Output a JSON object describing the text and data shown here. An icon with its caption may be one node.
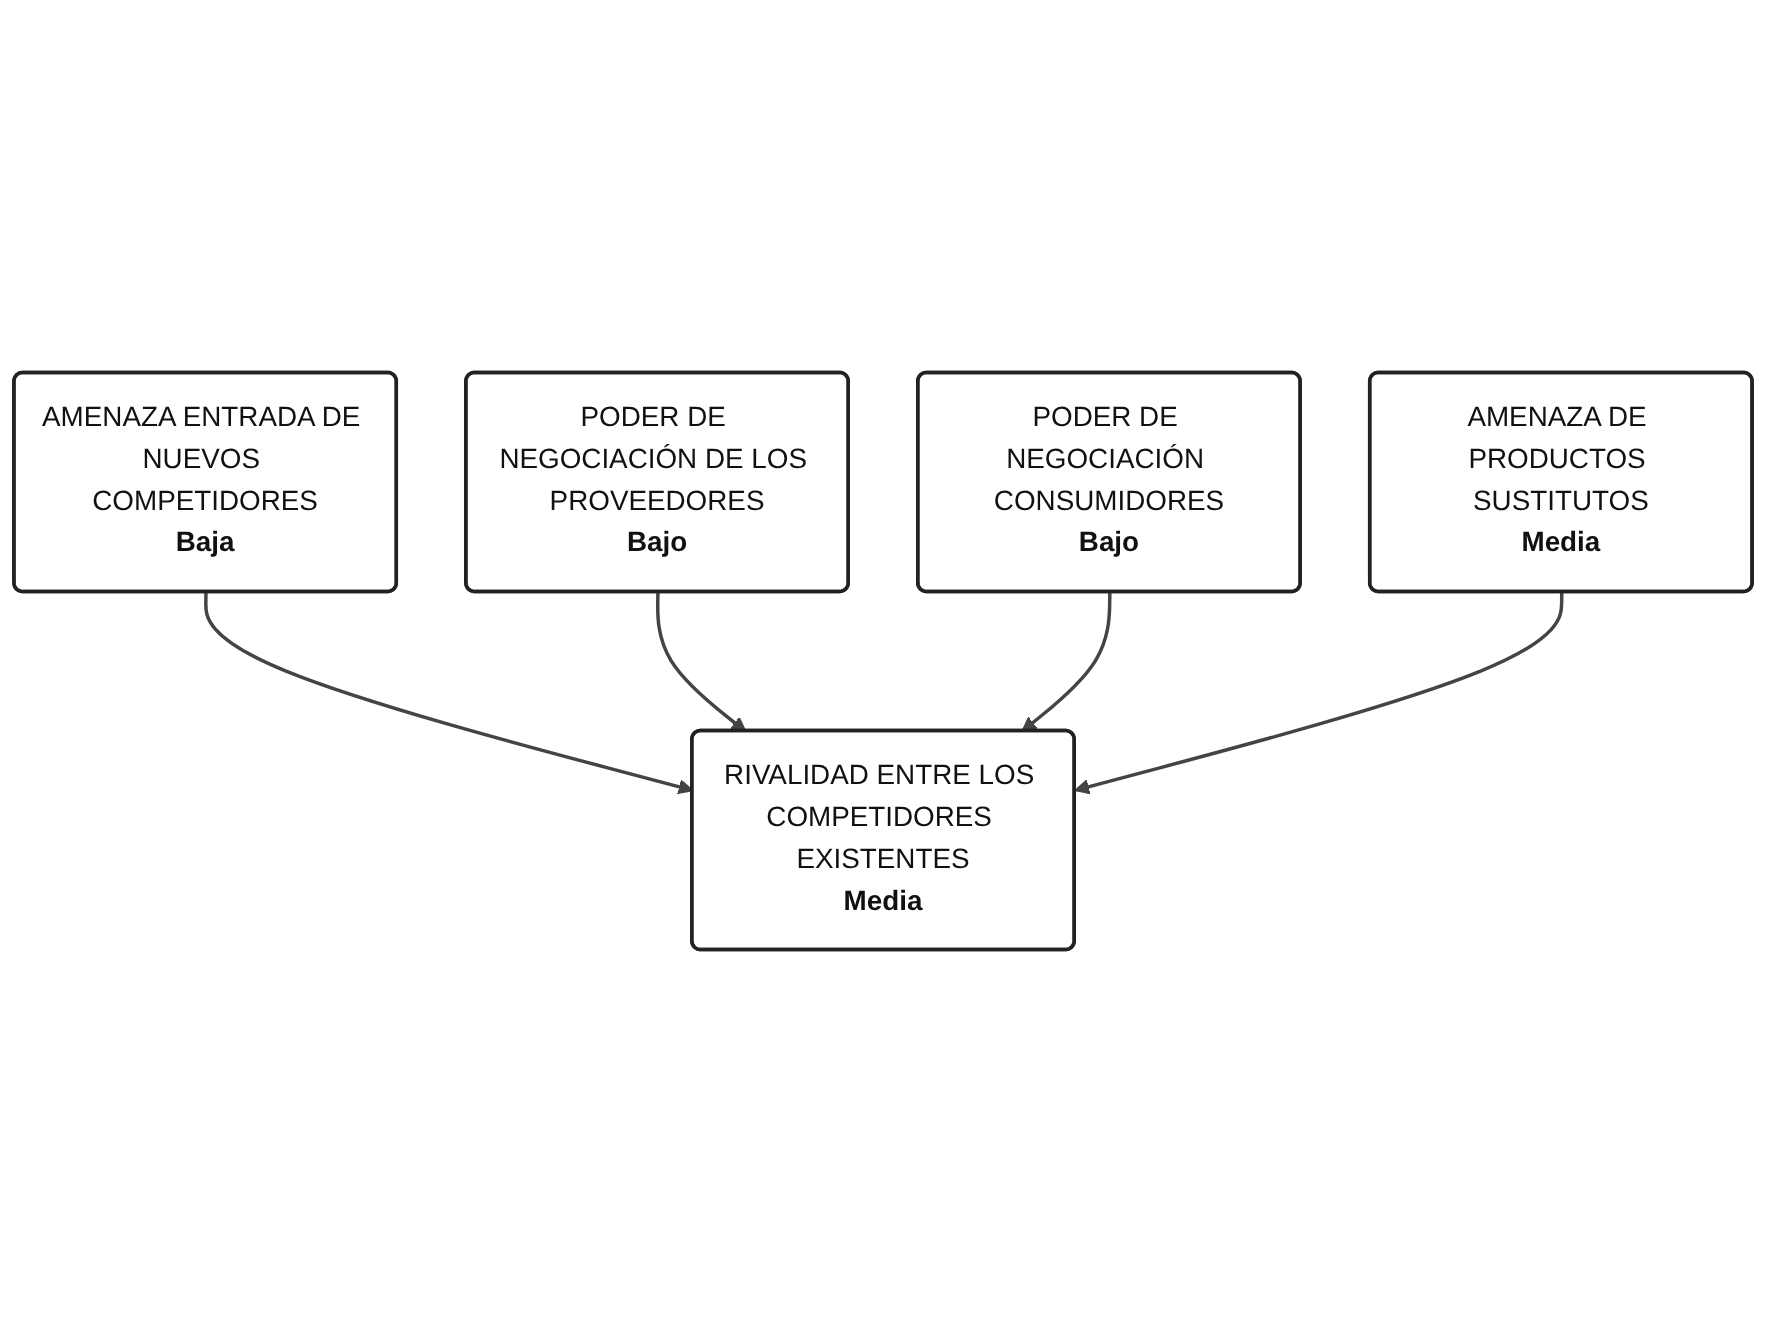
{
  "diagram": {
    "nodes": [
      {
        "text": [
          "AMENAZA ENTRADA DE NUEVOS COMPETIDORES",
          "Baja"
        ]
      },
      {
        "text": [
          "PODER DE NEGOCIACIÓN DE LOS PROVEEDORES",
          "Bajo"
        ]
      },
      {
        "text": [
          "RIVALIDAD ENTRE LOS COMPETIDORES EXISTENTES",
          "Media"
        ]
      },
      {
        "text": [
          "PODER DE NEGOCIACIÓN CONSUMIDORES",
          "Bajo"
        ]
      },
      {
        "text": [
          "AMENAZA DE PRODUCTOS SUSTITUTOS",
          "Media"
        ]
      }
    ],
    "edges": [
      {
        "from": 0,
        "to": 2,
        "arrow": "to"
      },
      {
        "from": 1,
        "to": 2,
        "arrow": "to"
      },
      {
        "from": 3,
        "to": 2,
        "arrow": "to"
      },
      {
        "from": 4,
        "to": 2,
        "arrow": "to"
      }
    ]
  }
}
